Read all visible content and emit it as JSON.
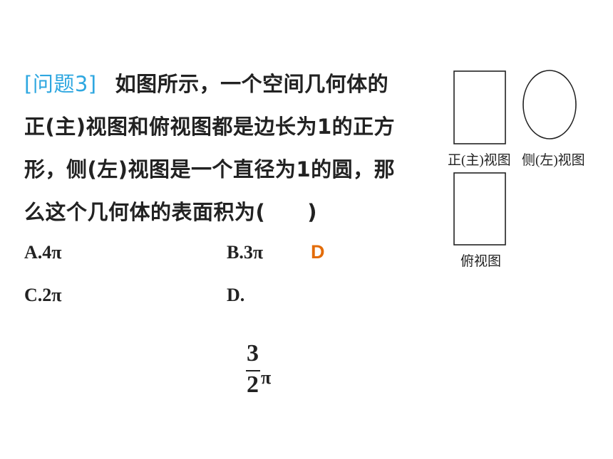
{
  "question": {
    "tag": "[问题3]",
    "lines": [
      "如图所示，一个空间几何体的",
      "正(主)视图和俯视图都是边长为1的正方",
      "形，侧(左)视图是一个直径为1的圆，那",
      "么这个几何体的表面积为(　　)"
    ]
  },
  "choices": {
    "a": "A.4π",
    "b": "B.3π",
    "c": "C.2π",
    "d": "D."
  },
  "answer": "D",
  "fraction": {
    "numerator": "3",
    "denominator": "2",
    "symbol": "π"
  },
  "views": {
    "front_label": "正(主)视图",
    "side_label": "侧(左)视图",
    "top_label": "俯视图"
  }
}
